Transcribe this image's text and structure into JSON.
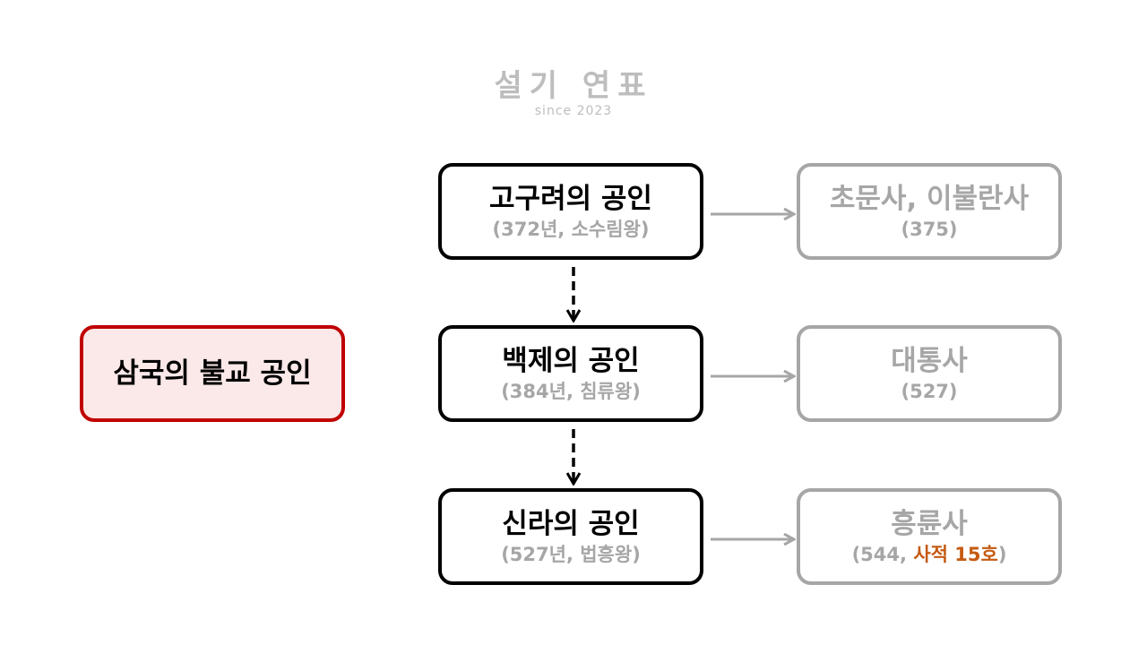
{
  "logo": {
    "title": "설기 연표",
    "subtitle": "since 2023"
  },
  "root": {
    "title": "삼국의 불교 공인"
  },
  "kingdoms": [
    {
      "title": "고구려의 공인",
      "sub": "(372년, 소수림왕)"
    },
    {
      "title": "백제의 공인",
      "sub": "(384년, 침류왕)"
    },
    {
      "title": "신라의 공인",
      "sub": "(527년, 법흥왕)"
    }
  ],
  "temples": [
    {
      "title": "초문사, 이불란사",
      "sub": "(375)"
    },
    {
      "title": "대통사",
      "sub": "(527)"
    },
    {
      "title": "흥륜사",
      "sub_pre": "(544, ",
      "sub_highlight": "사적 15호",
      "sub_post": ")"
    }
  ],
  "colors": {
    "root_border": "#c00000",
    "root_fill": "#fbe8e8",
    "muted": "#a6a6a6",
    "highlight": "#c55a11"
  }
}
